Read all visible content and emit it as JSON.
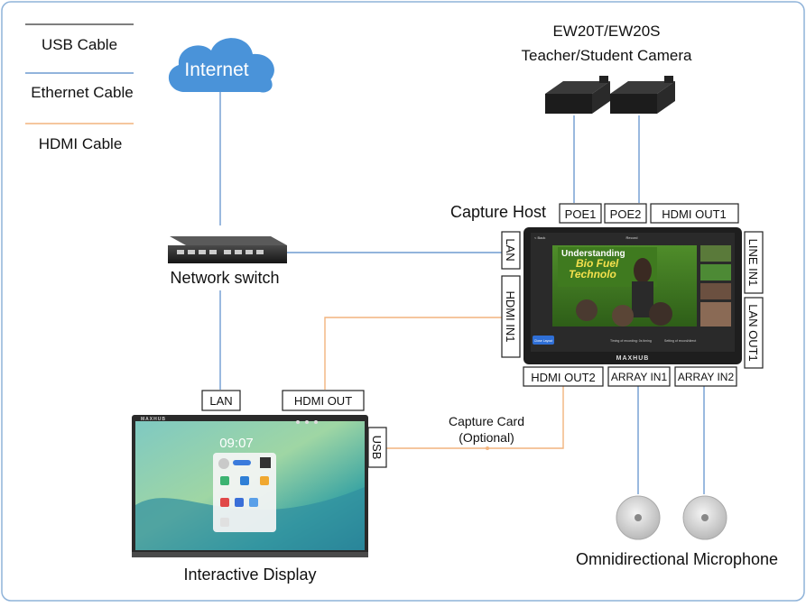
{
  "legend": {
    "usb": "USB Cable",
    "ethernet": "Ethernet Cable",
    "hdmi": "HDMI Cable"
  },
  "cloud": {
    "label": "Internet"
  },
  "cameras": {
    "title_line1": "EW20T/EW20S",
    "title_line2": "Teacher/Student Camera"
  },
  "capture_host": {
    "label": "Capture Host",
    "brand": "MAXHUB",
    "screen": {
      "back": "< Back",
      "heading": "Record",
      "slide_line1": "Understanding",
      "slide_line2": "Bio Fuel",
      "slide_line3": "Technolo",
      "footer_left": "Close Layout",
      "footer_mid": "Timing of recording: 0s timing",
      "footer_right": "Setting of record/direct"
    },
    "ports": {
      "poe1": "POE1",
      "poe2": "POE2",
      "hdmi_out1": "HDMI OUT1",
      "lan": "LAN",
      "hdmi_in1": "HDMI IN1",
      "line_in1": "LINE IN1",
      "lan_out1": "LAN OUT1",
      "hdmi_out2": "HDMI OUT2",
      "array_in1": "ARRAY IN1",
      "array_in2": "ARRAY IN2"
    }
  },
  "switch": {
    "label": "Network switch"
  },
  "display": {
    "label": "Interactive Display",
    "brand": "MAXHUB",
    "clock": "09:07",
    "ports": {
      "lan": "LAN",
      "hdmi_out": "HDMI OUT",
      "usb": "USB"
    }
  },
  "capture_card": {
    "line1": "Capture Card",
    "line2": "(Optional)"
  },
  "microphones": {
    "label": "Omnidirectional Microphone"
  },
  "colors": {
    "usb": "#555555",
    "ethernet": "#6f9bd1",
    "hdmi": "#f2b47e",
    "cloud": "#4a93d9",
    "border": "#8fb3d9"
  }
}
